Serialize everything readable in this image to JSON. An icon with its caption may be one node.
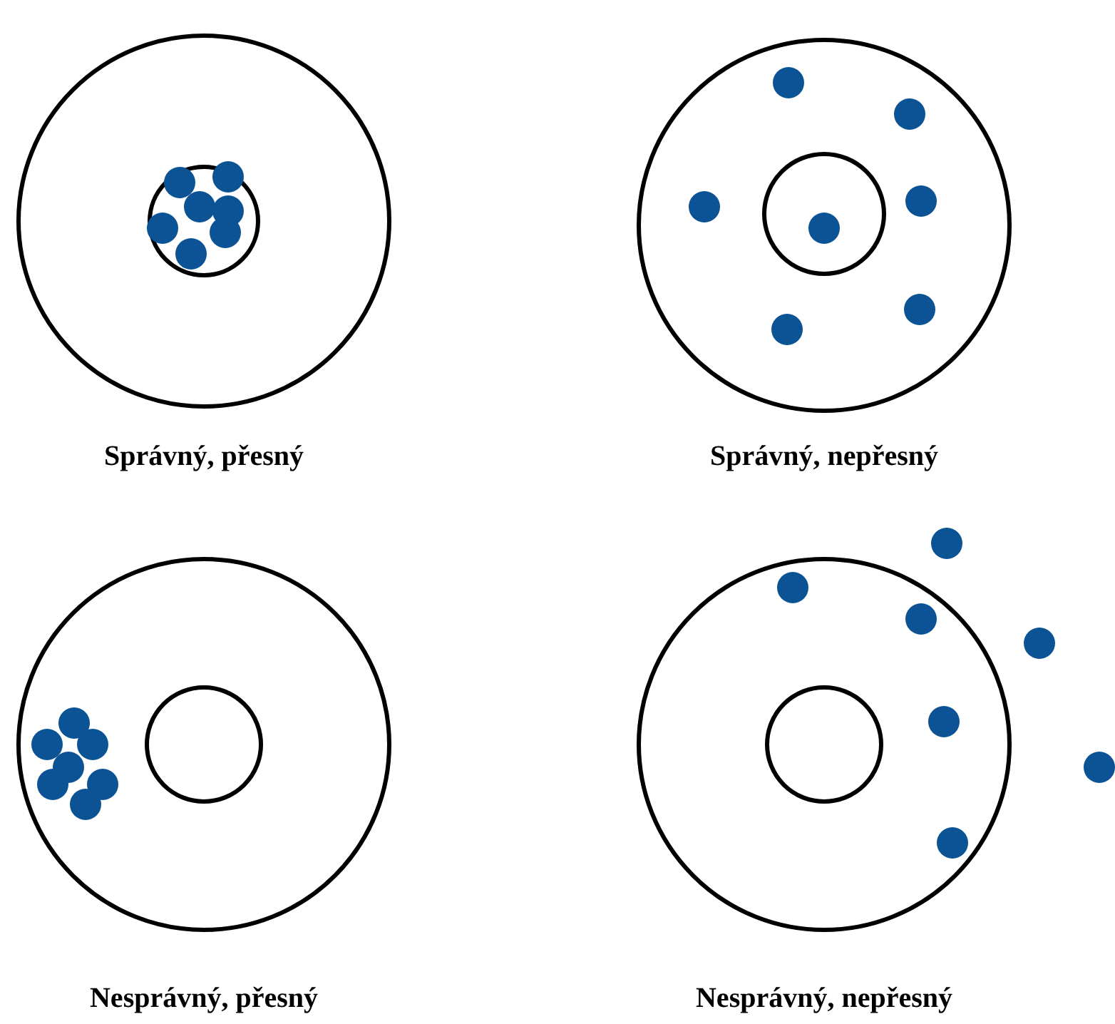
{
  "diagram": {
    "labels": [
      "Správný, přesný",
      "Správný, nepřesný",
      "Nesprávný, přesný",
      "Nesprávný, nepřesný"
    ]
  }
}
